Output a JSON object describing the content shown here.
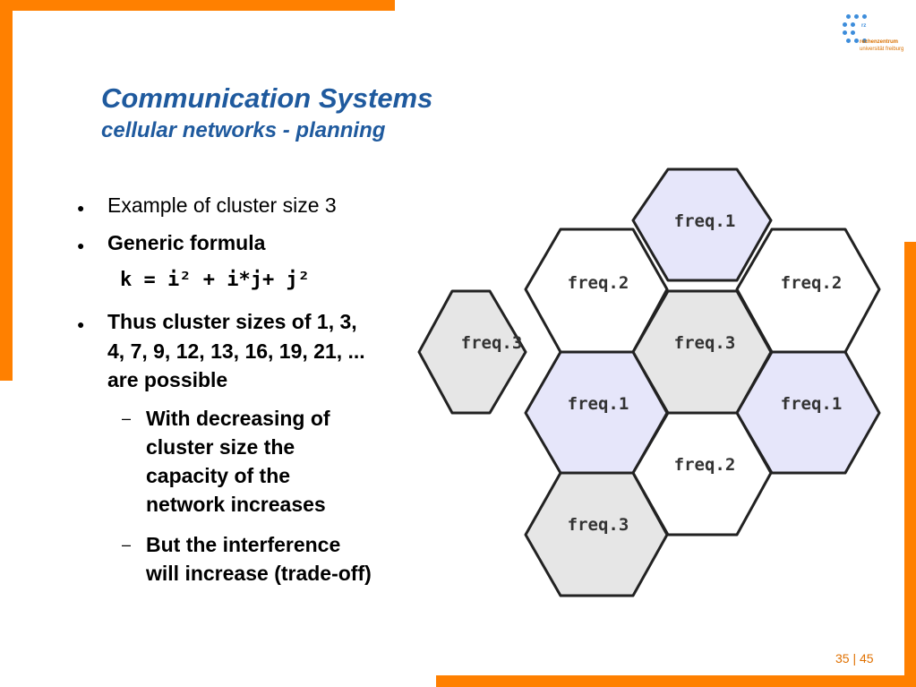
{
  "slide": {
    "title": "Communication Systems",
    "subtitle": "cellular networks -  planning",
    "bullets": [
      "Example of cluster size 3",
      "Generic formula",
      "Thus cluster sizes of 1, 3,",
      "4, 7, 9, 12, 13, 16, 19, 21, ...",
      "are possible"
    ],
    "formula": "k = i² + i*j+ j²",
    "sub_bullets": [
      [
        "With decreasing of",
        "cluster size the",
        "capacity of the",
        "network increases"
      ],
      [
        "But the interference",
        "will increase (trade-off)"
      ]
    ],
    "page_number": "35 | 45"
  },
  "logo": {
    "line1": "rechenzentrum",
    "line2": "universität freiburg",
    "mark": "rz"
  },
  "hexagon_diagram": {
    "cells": [
      {
        "label": "freq.1",
        "fill": "#e6e6fa"
      },
      {
        "label": "freq.2",
        "fill": "#ffffff"
      },
      {
        "label": "freq.2",
        "fill": "#ffffff"
      },
      {
        "label": "freq.3",
        "fill": "#e6e6e6"
      },
      {
        "label": "freq.3",
        "fill": "#e6e6e6"
      },
      {
        "label": "freq.1",
        "fill": "#e6e6fa"
      },
      {
        "label": "freq.1",
        "fill": "#e6e6fa"
      },
      {
        "label": "freq.2",
        "fill": "#ffffff"
      },
      {
        "label": "freq.3",
        "fill": "#e6e6e6"
      }
    ]
  },
  "colors": {
    "accent_bar": "#ff8000",
    "title": "#1f5a9e",
    "hex_stroke": "#222222"
  }
}
